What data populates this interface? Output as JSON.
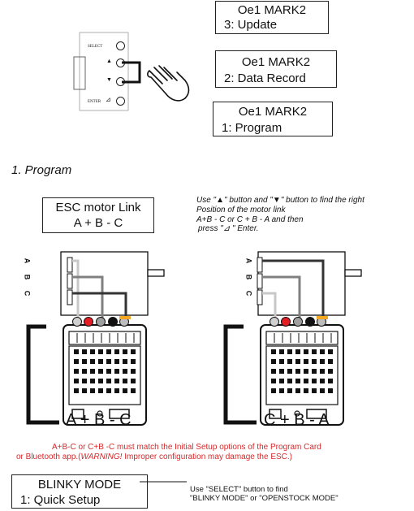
{
  "device_panel": {
    "select_label": "SELECT",
    "enter_label": "ENTER",
    "up_glyph": "▲",
    "down_glyph": "▼",
    "enter_glyph": "⊿",
    "hand_icon": "pointing-hand-icon"
  },
  "screens": [
    {
      "line1": "Oe1 MARK2",
      "line2": "3: Update"
    },
    {
      "line1": "Oe1 MARK2",
      "line2": "2: Data Record"
    },
    {
      "line1": "Oe1 MARK2",
      "line2": "1: Program"
    }
  ],
  "section_title": "1. Program",
  "esc_link_box": {
    "line1": "ESC motor Link",
    "line2": "A + B - C"
  },
  "instructions": [
    "Use \"▲\" button and \"▼\" button to find the right",
    "Position of the motor link",
    "A+B - C  or  C + B - A and then",
    "press \"⊿ \" Enter."
  ],
  "motor_labels": {
    "a": "A",
    "b": "B",
    "c": "C"
  },
  "configs": {
    "left": "A + B - C",
    "right": "C + B - A"
  },
  "wire_colors": {
    "light": "#c8c8c8",
    "mid": "#808080",
    "dark": "#333333",
    "red": "#e41c24",
    "orange": "#f5a623"
  },
  "warning": {
    "line1": "A+B-C or C+B -C must match the Initial Setup options of the Program Card",
    "line2_pre": "or Bluetooth app.(",
    "line2_emph": "WARNING!",
    "line2_post": " Improper configuration may damage the ESC.)"
  },
  "blinky_box": {
    "line1": "BLINKY MODE",
    "line2": "1: Quick Setup"
  },
  "blinky_note": {
    "line1": "Use  \"SELECT\"  button to find",
    "line2": "\"BLINKY MODE\"  or  \"OPENSTOCK MODE\""
  }
}
